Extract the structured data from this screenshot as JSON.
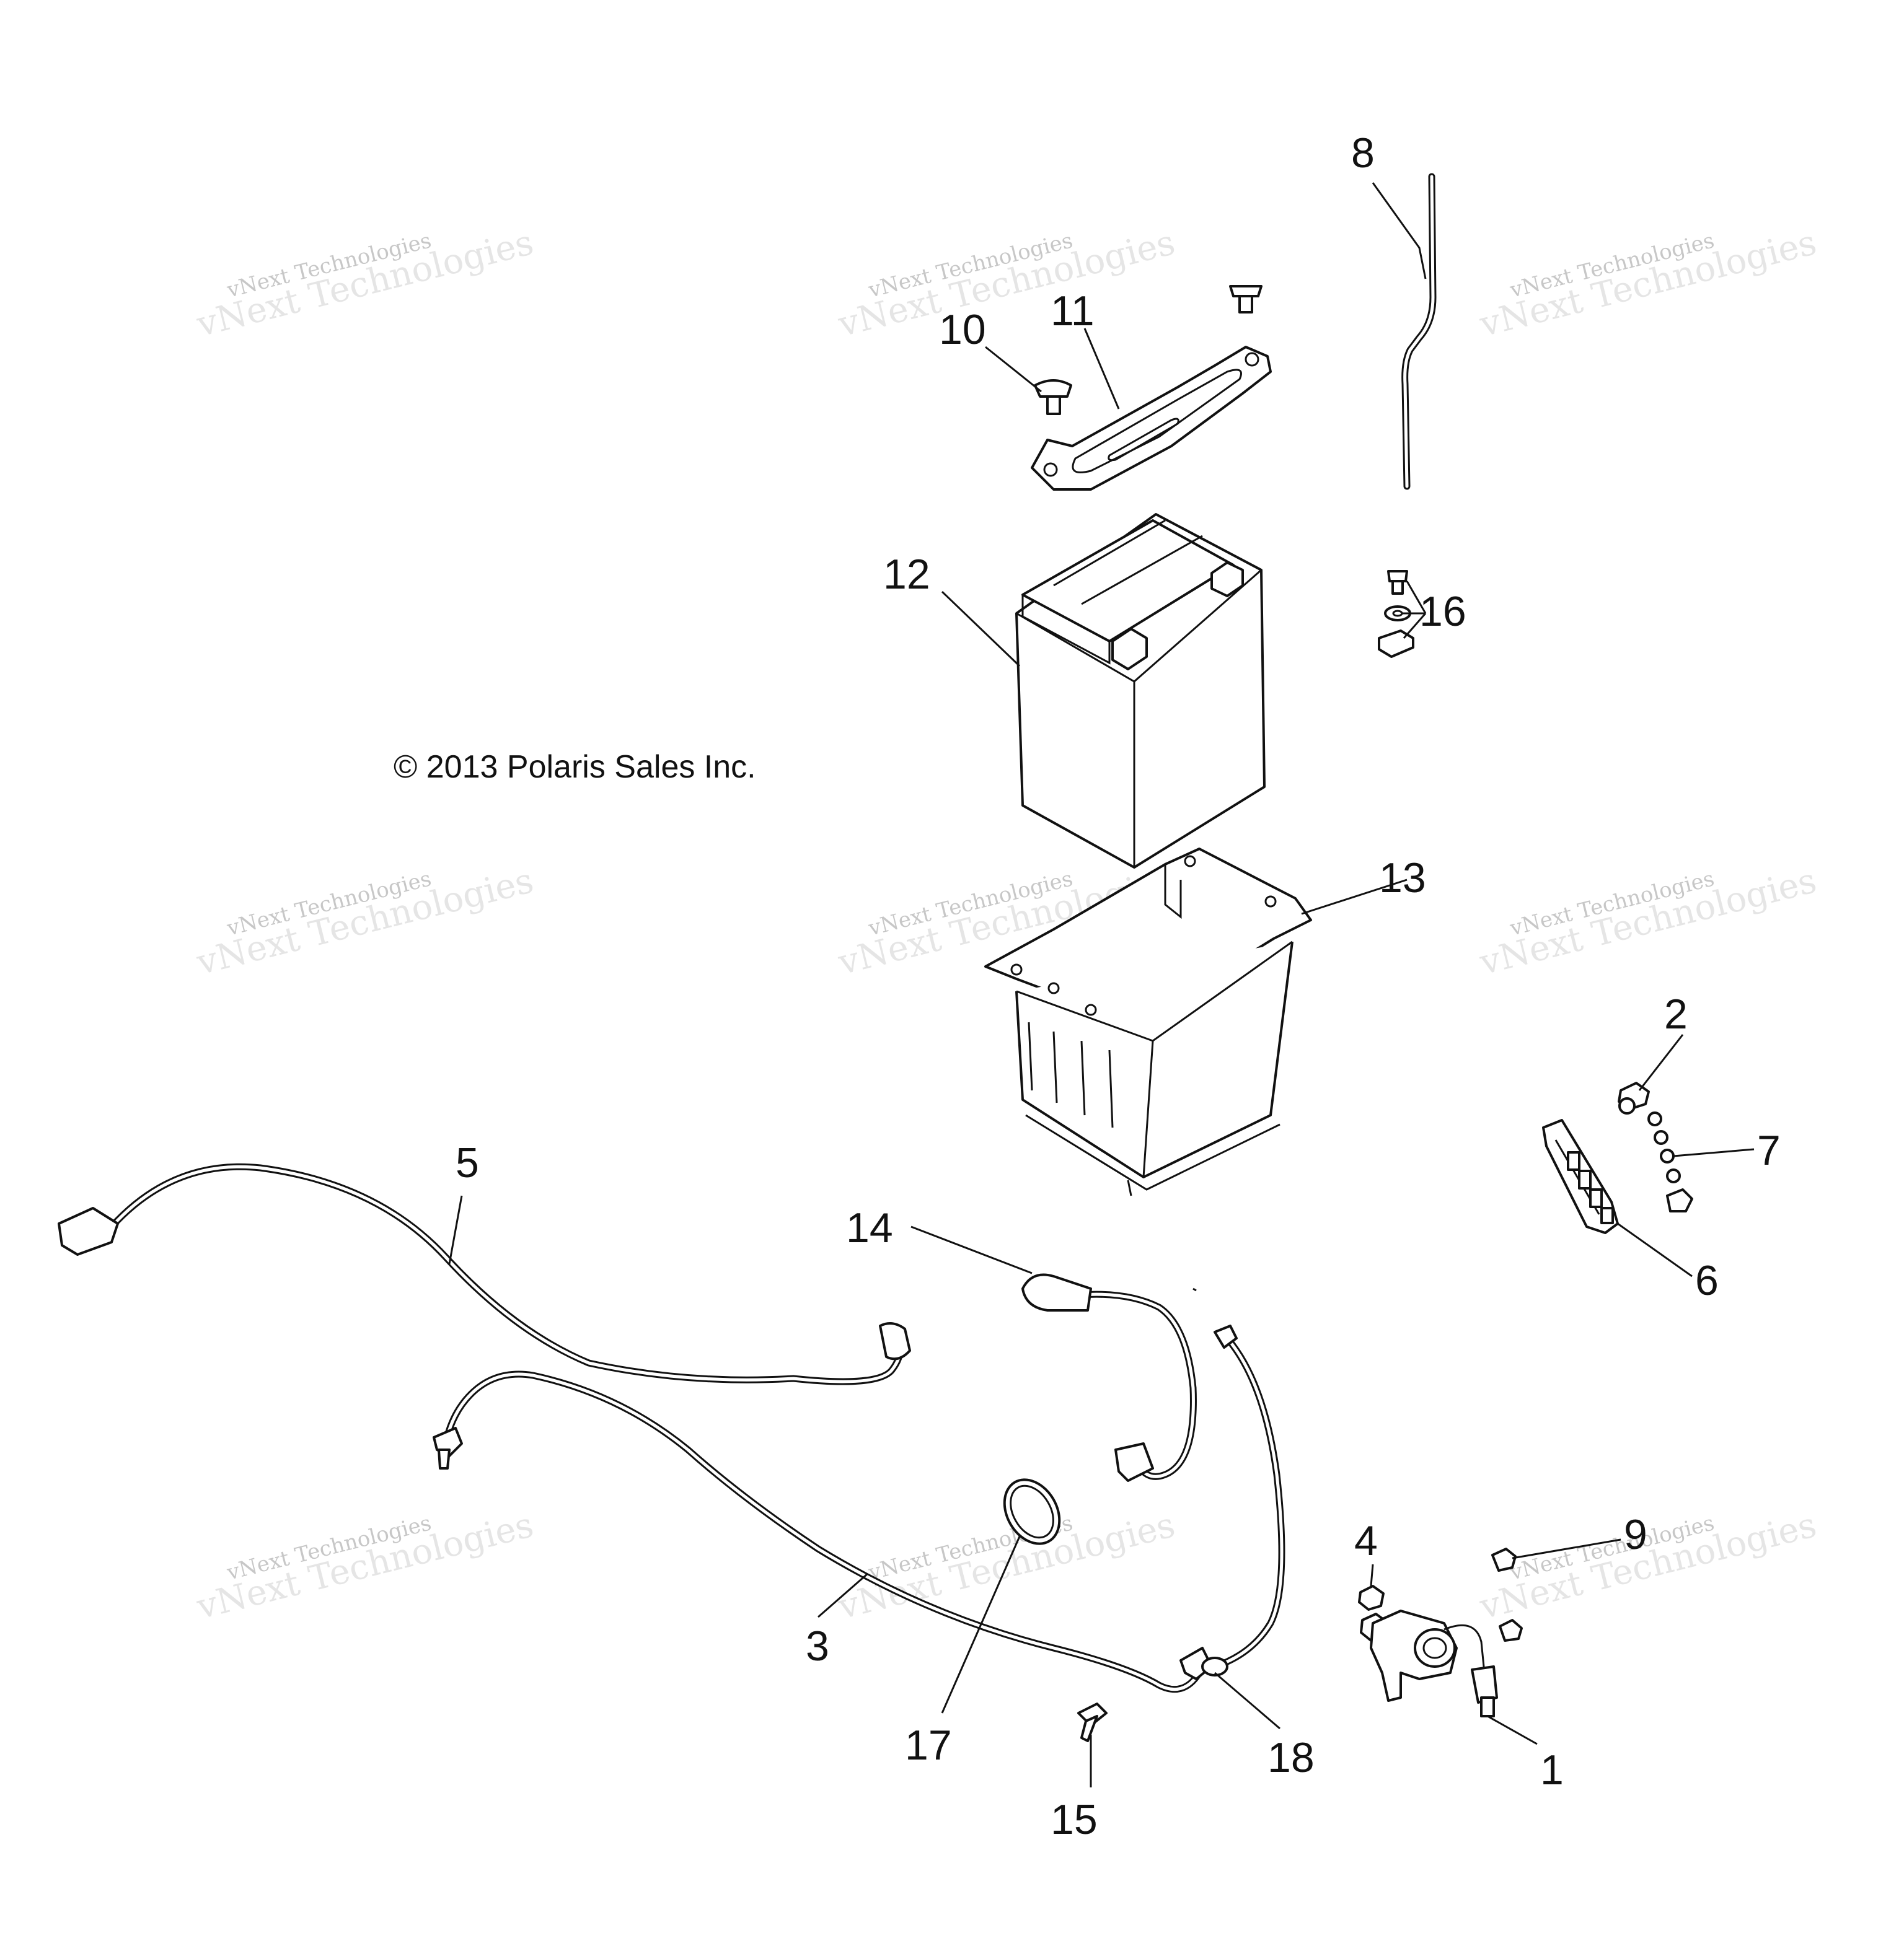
{
  "copyright": "© 2013 Polaris Sales Inc.",
  "watermark": {
    "line1": "vNext Technologies",
    "line2": "vNext Technologies"
  },
  "callouts": {
    "c1": "1",
    "c2": "2",
    "c3": "3",
    "c4": "4",
    "c5": "5",
    "c6": "6",
    "c7": "7",
    "c8": "8",
    "c9": "9",
    "c10": "10",
    "c11": "11",
    "c12": "12",
    "c13": "13",
    "c14": "14",
    "c15": "15",
    "c16": "16",
    "c17": "17",
    "c18": "18"
  }
}
